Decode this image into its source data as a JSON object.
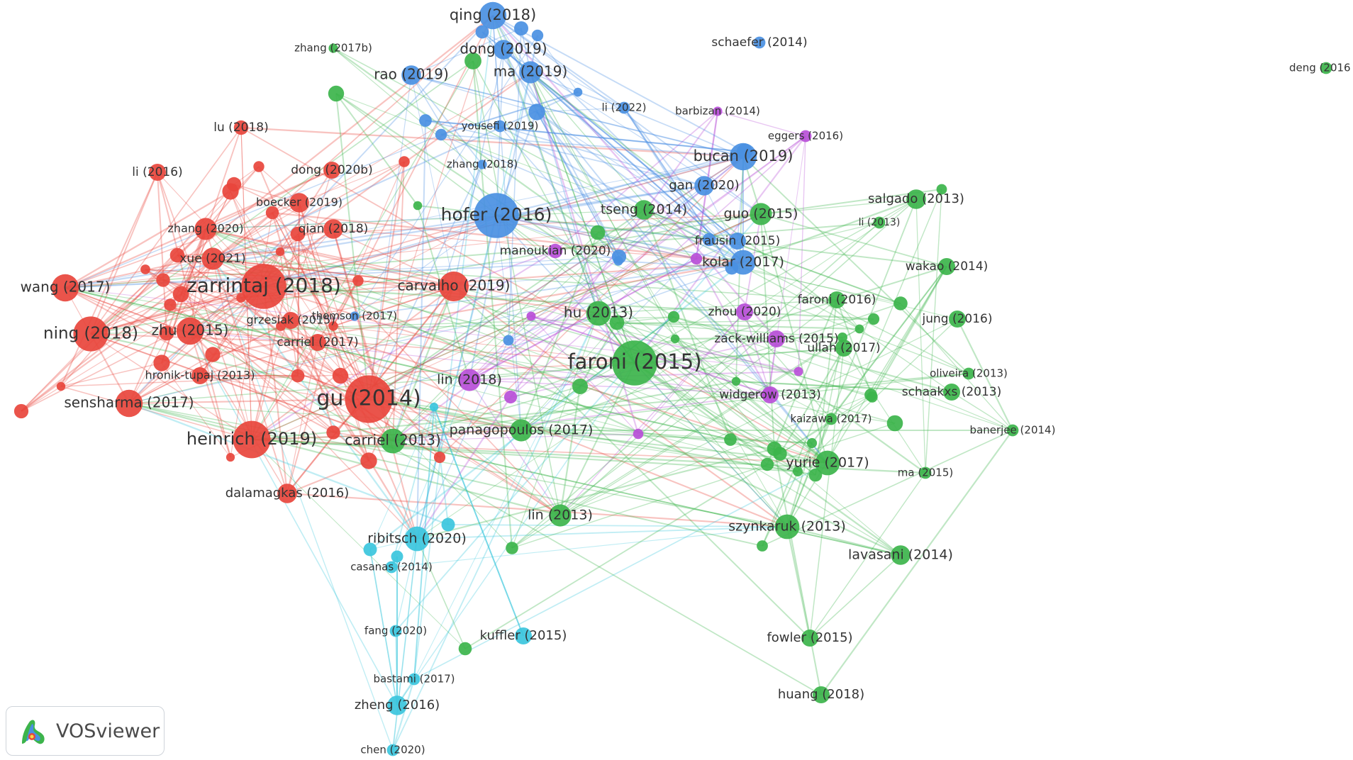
{
  "app": {
    "brand": "VOSviewer"
  },
  "colors": {
    "red": "#e8453c",
    "blue": "#4a90e2",
    "green": "#3cb44b",
    "cyan": "#3bc6dd",
    "purple": "#b84fd8",
    "label": "#333333"
  },
  "nodes": [
    {
      "id": "qing2018",
      "label": "qing (2018)",
      "cluster": "blue",
      "weight": 18
    },
    {
      "id": "zhang2017b",
      "label": "zhang (2017b)",
      "cluster": "green",
      "weight": 4
    },
    {
      "id": "schaefer2014",
      "label": "schaefer (2014)",
      "cluster": "blue",
      "weight": 6
    },
    {
      "id": "deng2016",
      "label": "deng (2016",
      "cluster": "green",
      "weight": 6
    },
    {
      "id": "dong2019",
      "label": "dong (2019)",
      "cluster": "blue",
      "weight": 12
    },
    {
      "id": "rao2019",
      "label": "rao (2019)",
      "cluster": "blue",
      "weight": 12
    },
    {
      "id": "ma2019",
      "label": "ma (2019)",
      "cluster": "blue",
      "weight": 14
    },
    {
      "id": "li2022",
      "label": "li (2022)",
      "cluster": "blue",
      "weight": 6
    },
    {
      "id": "barbizan2014",
      "label": "barbizan (2014)",
      "cluster": "purple",
      "weight": 4
    },
    {
      "id": "lu2018",
      "label": "lu (2018)",
      "cluster": "red",
      "weight": 8
    },
    {
      "id": "yousefi2019",
      "label": "yousefi (2019)",
      "cluster": "blue",
      "weight": 6
    },
    {
      "id": "eggers2016",
      "label": "eggers (2016)",
      "cluster": "purple",
      "weight": 6
    },
    {
      "id": "li2016",
      "label": "li (2016)",
      "cluster": "red",
      "weight": 10
    },
    {
      "id": "dong2020b",
      "label": "dong (2020b)",
      "cluster": "red",
      "weight": 10
    },
    {
      "id": "zhang2018",
      "label": "zhang (2018)",
      "cluster": "blue",
      "weight": 4
    },
    {
      "id": "bucan2019",
      "label": "bucan (2019)",
      "cluster": "blue",
      "weight": 18
    },
    {
      "id": "gan2020",
      "label": "gan (2020)",
      "cluster": "blue",
      "weight": 12
    },
    {
      "id": "boecker2019",
      "label": "boecker (2019)",
      "cluster": "red",
      "weight": 12
    },
    {
      "id": "salgado2013",
      "label": "salgado (2013)",
      "cluster": "green",
      "weight": 12
    },
    {
      "id": "hofer2016",
      "label": "hofer (2016)",
      "cluster": "blue",
      "weight": 32
    },
    {
      "id": "tseng2014",
      "label": "tseng (2014)",
      "cluster": "green",
      "weight": 12
    },
    {
      "id": "guo2015",
      "label": "guo (2015)",
      "cluster": "green",
      "weight": 14
    },
    {
      "id": "zhang2020",
      "label": "zhang (2020)",
      "cluster": "red",
      "weight": 14
    },
    {
      "id": "qian2018",
      "label": "qian (2018)",
      "cluster": "red",
      "weight": 12
    },
    {
      "id": "li2013",
      "label": "li (2013)",
      "cluster": "green",
      "weight": 6
    },
    {
      "id": "frausin2015",
      "label": "frausin (2015)",
      "cluster": "blue",
      "weight": 10
    },
    {
      "id": "manoukian2020",
      "label": "manoukian (2020)",
      "cluster": "purple",
      "weight": 8
    },
    {
      "id": "xue2021",
      "label": "xue (2021)",
      "cluster": "red",
      "weight": 14
    },
    {
      "id": "kolar2017",
      "label": "kolar (2017)",
      "cluster": "blue",
      "weight": 16
    },
    {
      "id": "wakao2014",
      "label": "wakao (2014)",
      "cluster": "green",
      "weight": 10
    },
    {
      "id": "wang2017",
      "label": "wang (2017)",
      "cluster": "red",
      "weight": 18
    },
    {
      "id": "zarrintaj2018",
      "label": "zarrintaj (2018)",
      "cluster": "red",
      "weight": 32
    },
    {
      "id": "carvalho2019",
      "label": "carvalho (2019)",
      "cluster": "red",
      "weight": 20
    },
    {
      "id": "faroni2016",
      "label": "faroni (2016)",
      "cluster": "green",
      "weight": 10
    },
    {
      "id": "grzesiak2015",
      "label": "grzesiak (2015)",
      "cluster": "red",
      "weight": 10
    },
    {
      "id": "thomson2017",
      "label": "thomson (2017)",
      "cluster": "blue",
      "weight": 4
    },
    {
      "id": "hu2013",
      "label": "hu (2013)",
      "cluster": "green",
      "weight": 16
    },
    {
      "id": "zhou2020",
      "label": "zhou (2020)",
      "cluster": "purple",
      "weight": 10
    },
    {
      "id": "jung2016",
      "label": "jung (2016)",
      "cluster": "green",
      "weight": 10
    },
    {
      "id": "ning2018",
      "label": "ning (2018)",
      "cluster": "red",
      "weight": 24
    },
    {
      "id": "zhu2015",
      "label": "zhu (2015)",
      "cluster": "red",
      "weight": 18
    },
    {
      "id": "carriel2017",
      "label": "carriel (2017)",
      "cluster": "red",
      "weight": 10
    },
    {
      "id": "zackwilliams2015",
      "label": "zack-williams (2015)",
      "cluster": "purple",
      "weight": 10
    },
    {
      "id": "ullah2017",
      "label": "ullah (2017)",
      "cluster": "green",
      "weight": 10
    },
    {
      "id": "hroniktupaj2013",
      "label": "hronik-tupaj (2013)",
      "cluster": "red",
      "weight": 10
    },
    {
      "id": "faroni2015",
      "label": "faroni (2015)",
      "cluster": "green",
      "weight": 32
    },
    {
      "id": "oliveira2013",
      "label": "oliveira (2013)",
      "cluster": "green",
      "weight": 6
    },
    {
      "id": "lin2018",
      "label": "lin (2018)",
      "cluster": "purple",
      "weight": 14
    },
    {
      "id": "sensharma2017",
      "label": "sensharma (2017)",
      "cluster": "red",
      "weight": 18
    },
    {
      "id": "gu2014",
      "label": "gu (2014)",
      "cluster": "red",
      "weight": 34
    },
    {
      "id": "widgerow2013",
      "label": "widgerow (2013)",
      "cluster": "purple",
      "weight": 10
    },
    {
      "id": "schaakxs2013",
      "label": "schaakxs (2013)",
      "cluster": "green",
      "weight": 10
    },
    {
      "id": "kaizawa2017",
      "label": "kaizawa (2017)",
      "cluster": "green",
      "weight": 6
    },
    {
      "id": "panagopoulos2017",
      "label": "panagopoulos (2017)",
      "cluster": "green",
      "weight": 14
    },
    {
      "id": "banerjee2014",
      "label": "banerjee (2014)",
      "cluster": "green",
      "weight": 6
    },
    {
      "id": "heinrich2019",
      "label": "heinrich (2019)",
      "cluster": "red",
      "weight": 26
    },
    {
      "id": "carriel2013",
      "label": "carriel (2013)",
      "cluster": "green",
      "weight": 16
    },
    {
      "id": "yurie2017",
      "label": "yurie (2017)",
      "cluster": "green",
      "weight": 16
    },
    {
      "id": "ma2015",
      "label": "ma (2015)",
      "cluster": "green",
      "weight": 6
    },
    {
      "id": "dalamagkas2016",
      "label": "dalamagkas (2016)",
      "cluster": "red",
      "weight": 12
    },
    {
      "id": "lin2013",
      "label": "lin (2013)",
      "cluster": "green",
      "weight": 14
    },
    {
      "id": "szynkaruk2013",
      "label": "szynkaruk (2013)",
      "cluster": "green",
      "weight": 16
    },
    {
      "id": "ribitsch2020",
      "label": "ribitsch (2020)",
      "cluster": "cyan",
      "weight": 16
    },
    {
      "id": "lavasani2014",
      "label": "lavasani (2014)",
      "cluster": "green",
      "weight": 12
    },
    {
      "id": "casanas2014",
      "label": "casanas (2014)",
      "cluster": "cyan",
      "weight": 6
    },
    {
      "id": "fang2020",
      "label": "fang (2020)",
      "cluster": "cyan",
      "weight": 6
    },
    {
      "id": "kuffler2015",
      "label": "kuffler (2015)",
      "cluster": "cyan",
      "weight": 10
    },
    {
      "id": "fowler2015",
      "label": "fowler (2015)",
      "cluster": "green",
      "weight": 10
    },
    {
      "id": "bastami2017",
      "label": "bastami (2017)",
      "cluster": "cyan",
      "weight": 6
    },
    {
      "id": "huang2018",
      "label": "huang (2018)",
      "cluster": "green",
      "weight": 10
    },
    {
      "id": "zheng2016",
      "label": "zheng (2016)",
      "cluster": "cyan",
      "weight": 12
    },
    {
      "id": "chen2020",
      "label": "chen (2020)",
      "cluster": "cyan",
      "weight": 6
    }
  ]
}
